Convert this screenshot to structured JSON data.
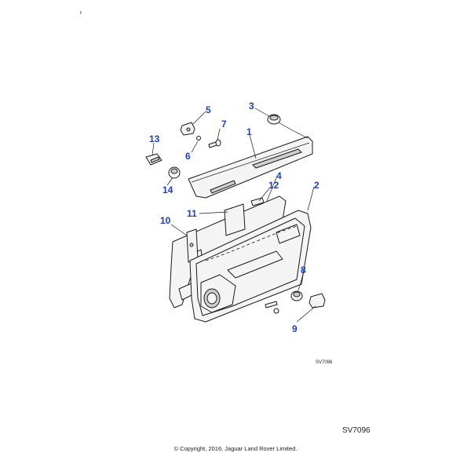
{
  "diagram": {
    "callouts": [
      "1",
      "2",
      "3",
      "4",
      "5",
      "6",
      "7",
      "8",
      "9",
      "10",
      "11",
      "12",
      "13",
      "14"
    ],
    "figure_ref_small": "SV7096",
    "figure_ref_large": "SV7096",
    "copyright": "© Copyright, 2016. Jaguar Land Rover Limited.",
    "colors": {
      "callout": "#1a3fd0",
      "line": "#1a1a1a"
    }
  }
}
